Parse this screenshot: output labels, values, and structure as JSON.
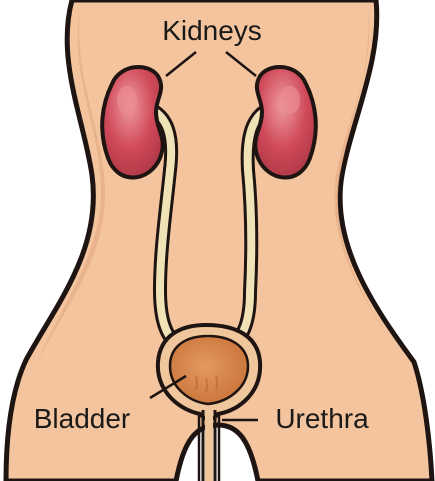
{
  "labels": {
    "kidneys": "Kidneys",
    "bladder": "Bladder",
    "urethra": "Urethra"
  },
  "colors": {
    "skin": "#f3c49d",
    "skin_shadow": "#e2a982",
    "outline": "#1e1411",
    "kidney": "#d04a5a",
    "kidney_highlight": "#ea8c93",
    "ureter": "#efe2b6",
    "bladder": "#d9884c",
    "bladder_wall": "#f0c79c",
    "background": "#ffffff"
  }
}
